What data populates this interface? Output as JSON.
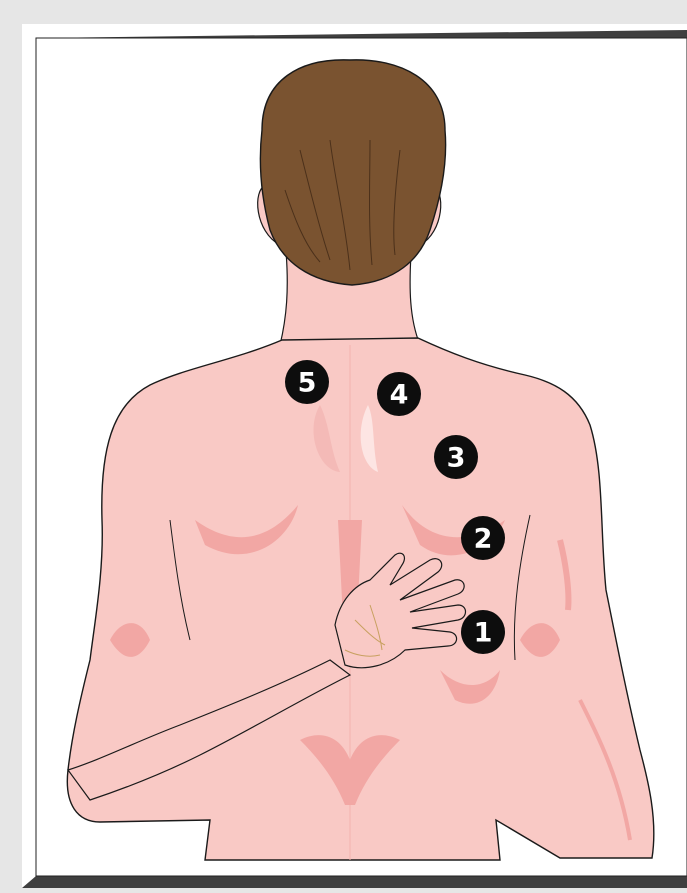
{
  "colors": {
    "frame_outer": "#3f3f3f",
    "frame_bevel": "#ffffff",
    "canvas": "#ffffff",
    "skin": "#f9c9c5",
    "skin_shadow": "#f2a7a4",
    "skin_highlight": "#fde8e6",
    "hair": "#7a5330",
    "hair_line": "#4b301a",
    "outline": "#1a1a1a",
    "marker_fill": "#0d0d0d",
    "marker_text": "#ffffff"
  },
  "figure": {
    "icon": "human-back-with-hand-behind-back"
  },
  "markers": [
    {
      "label": "1"
    },
    {
      "label": "2"
    },
    {
      "label": "3"
    },
    {
      "label": "4"
    },
    {
      "label": "5"
    }
  ]
}
